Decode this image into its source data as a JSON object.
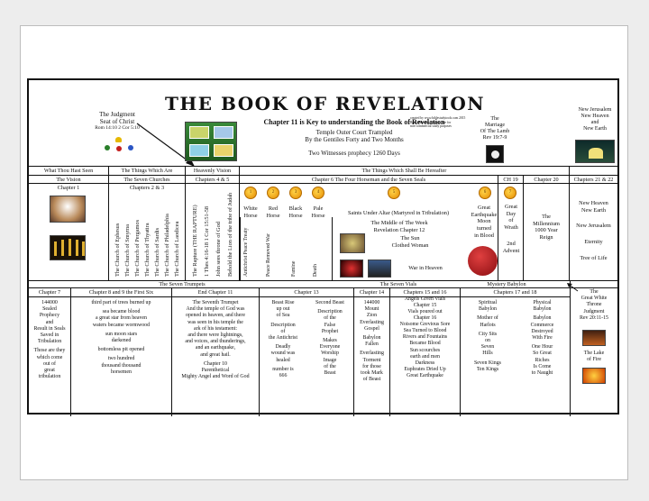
{
  "title": "THE BOOK OF REVELATION",
  "top": {
    "judgment_seat": [
      "The Judgment",
      "Seat of Christ",
      "Rom 14:10  2 Cor 5:10"
    ],
    "key": "Chapter 11 is Key to understanding the Book of Revelation",
    "temple": [
      "Temple Outer Court Trampled",
      "By the Gentiles Forty and Two Months"
    ],
    "witnesses": "Two Witnesses prophecy 1260 Days",
    "credit": [
      "created by www.biblestudytools.com 2015",
      "Bible Timeline Chart is free for",
      "non-commercial study purposes"
    ],
    "marriage": [
      "The",
      "Marriage",
      "Of The Lamb",
      "Rev 19:7-9"
    ],
    "new_jerusalem": [
      "New Jerusalem",
      "New Heaven",
      "and",
      "New Earth"
    ]
  },
  "row1": [
    "What Thou Hast Seen",
    "The Things Which Are",
    "Heavenly Vision",
    "The Things Which Shall Be Hereafter"
  ],
  "row2": [
    "The Vision",
    "The Seven Churches",
    "Chapters 4 & 5",
    "Chapter 6  The Four Horseman and the Seven Seals",
    "CH 19",
    "Chapter 20",
    "Chapters 21 & 22"
  ],
  "chapter1": "Chapter 1",
  "chapters23": "Chapters 2 & 3",
  "churches": [
    "The Church of Ephesus",
    "The Church of Smyrna",
    "The Church of Pergamos",
    "The Church of Thyatira",
    "The Church of Sardis",
    "The Church of Philadelphia",
    "The Church of Laodicea"
  ],
  "ch45_vertical": [
    "The Rapture (THE RAPTURE)",
    "1 Thes 4:16-18  1 Cor 15:51-58",
    "John sees throne of God",
    "Behold the Lion of the tribe of Judah"
  ],
  "seals": [
    "1",
    "2",
    "3",
    "4",
    "5",
    "6",
    "7"
  ],
  "horses": [
    "White Horse",
    "Red Horse",
    "Black Horse",
    "Pale Horse"
  ],
  "saints": "Saints Under Altar (Martyred in Tribulation)",
  "quake": [
    "Great",
    "Earthquake",
    "Moon",
    "turned",
    "in Blood"
  ],
  "wrath": [
    "Great",
    "Day",
    "of",
    "Wrath"
  ],
  "second_advent": [
    "2nd",
    "Advent"
  ],
  "millennium": [
    "The",
    "Millennium",
    "1000 Year",
    "Reign"
  ],
  "ch21": [
    "New Heaven",
    "New Earth",
    "New Jerusalem",
    "Eternity",
    "Tree of Life"
  ],
  "horse_effects": [
    "Antichrist Peace Treaty",
    "Peace Removed War",
    "Famine",
    "Death"
  ],
  "middle_week": [
    "The Middle of The Week",
    "Revelation Chapter 12"
  ],
  "sun_woman": [
    "The Sun",
    "Clothed Woman"
  ],
  "war_heaven": "War in Heaven",
  "row3": [
    "The Seven Trumpets",
    "The Seven Vials",
    "Mystery Babylon"
  ],
  "row4": [
    "Chapter 7",
    "Chapter 8 and 9 the First Six",
    "End Chapter 11",
    "Chapter 13",
    "Chapter 14",
    "Chapters 15 and 16",
    "Chapters 17 and 18"
  ],
  "ch7": [
    "144000",
    "Sealed",
    "Prophecy",
    "and",
    "Result in Seals",
    "Saved in",
    "Tribulation",
    "",
    "Those are they",
    "which come",
    "out of",
    "great",
    "tribulation"
  ],
  "ch89": [
    "third part of trees burned up",
    "",
    "sea became blood",
    "a great star from heaven",
    "waters became wormwood",
    "",
    "sun moon stars",
    "darkened",
    "",
    "bottomless pit opened",
    "",
    "two hundred",
    "thousand thousand",
    "horsemen"
  ],
  "end11": [
    "The Seventh Trumpet",
    "And the temple of God was",
    "opened in heaven, and there",
    "was seen in his temple the",
    "ark of his testament:",
    "and there were lightnings,",
    "and voices, and thunderings,",
    "and an earthquake,",
    "and great hail.",
    "",
    "Chapter 10",
    "Parenthetical",
    "Mighty Angel and Word of God"
  ],
  "ch13a": [
    "Beast Rise",
    "up out",
    "of Sea",
    "",
    "Description",
    "of",
    "the Antichrist",
    "",
    "Deadly",
    "wound was",
    "healed",
    "",
    "number is",
    "666"
  ],
  "ch13b": [
    "Second Beast",
    "",
    "Description",
    "of the",
    "False",
    "Prophet",
    "",
    "Makes",
    "Everyone",
    "Worship",
    "Image",
    "of the",
    "Beast"
  ],
  "ch14": [
    "144000",
    "Mount",
    "Zion",
    "Everlasting",
    "Gospel",
    "",
    "Babylon",
    "Fallen",
    "",
    "Everlasting",
    "Torment",
    "for those",
    "took Mark",
    "of Beast"
  ],
  "ch1516": [
    "Angels Given Vials",
    "Chapter 15",
    "Vials poured out",
    "Chapter 16",
    "Noisome Grevious Sore",
    "Sea Turned to Blood",
    "Rivers and Fountains",
    "Became Blood",
    "Sun scourches",
    "earth and men",
    "Darkness",
    "Euphrates Dried Up",
    "Great Earthquake"
  ],
  "ch1718a": [
    "Spiritual",
    "Babylon",
    "",
    "Mother of",
    "Harlots",
    "",
    "City Sits",
    "on",
    "Seven",
    "Hills",
    "",
    "Seven Kings",
    "Ten Kings"
  ],
  "ch1718b": [
    "Physical",
    "Babylon",
    "",
    "Babylon",
    "Commerce",
    "Destroyed",
    "With Fire",
    "",
    "One Hour",
    "So Great",
    "Riches",
    "Is Come",
    "to Naught"
  ],
  "white_throne": [
    "The",
    "Great White",
    "Throne",
    "Judgment",
    "Rev 20:11-15"
  ],
  "lake_fire": [
    "The Lake",
    "of Fire"
  ],
  "colors": {
    "line": "#111111",
    "seal": "#f2a100",
    "blood_moon": "#c0141c",
    "paper": "#ffffff",
    "bg": "#ededed"
  }
}
